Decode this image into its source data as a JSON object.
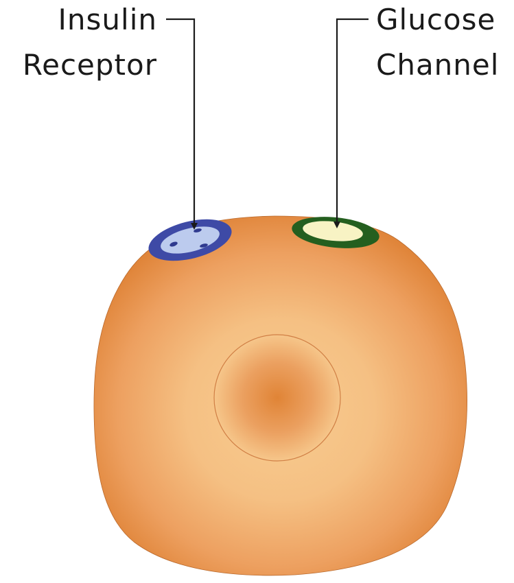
{
  "labels": {
    "insulin_receptor": {
      "line1": "Insulin",
      "line2": "Receptor"
    },
    "glucose_channel": {
      "line1": "Glucose",
      "line2": "Channel"
    }
  },
  "colors": {
    "cell_edge": "#e0853a",
    "cell_mid": "#f1ae6a",
    "cell_light": "#f7cc90",
    "nucleus_center": "#e08436",
    "nucleus_outline": "#d07f45",
    "receptor_outer": "#3e4aa6",
    "receptor_inner": "#bccbee",
    "channel_outer": "#245f1f",
    "channel_inner": "#f8f3c4",
    "callout_line": "#1a1a1a"
  }
}
